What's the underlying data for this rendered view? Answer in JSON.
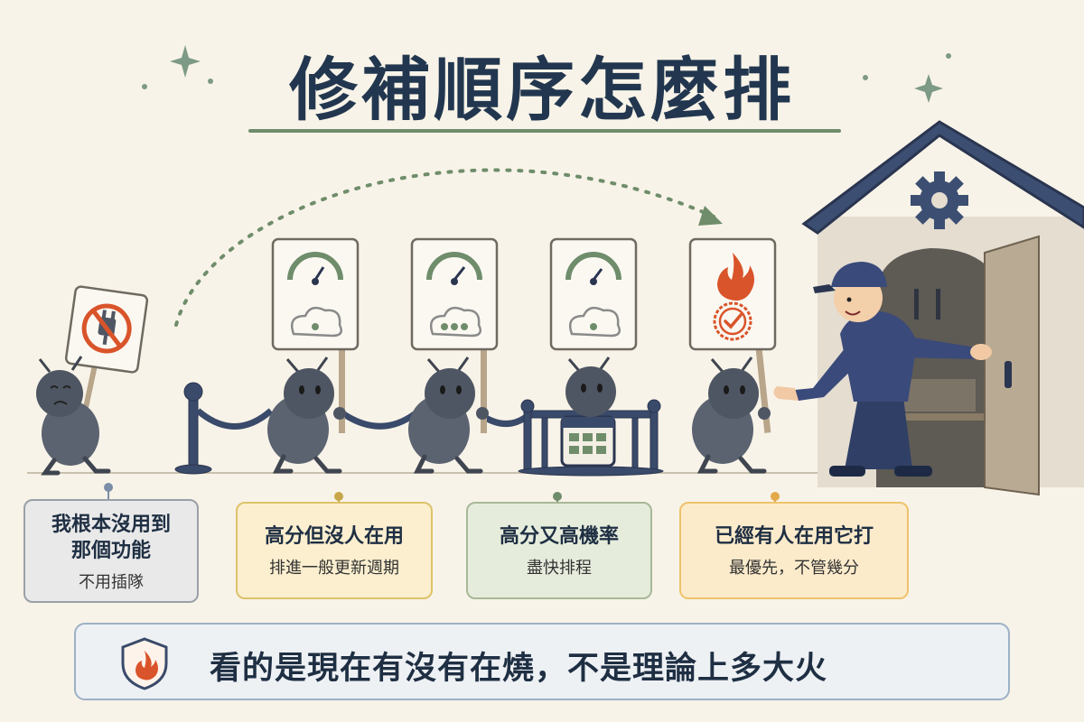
{
  "title": "修補順序怎麼排",
  "callouts": [
    {
      "main": "我根本沒用到那個功能",
      "main_line1": "我根本沒用到",
      "main_line2": "那個功能",
      "sub": "不用插隊"
    },
    {
      "main": "高分但沒人在用",
      "sub": "排進一般更新週期"
    },
    {
      "main": "高分又高機率",
      "sub": "盡快排程"
    },
    {
      "main": "已經有人在用它打",
      "sub": "最優先，不管幾分"
    }
  ],
  "banner": {
    "text": "看的是現在有沒有在燒，不是理論上多大火",
    "icon": "shield-fire-icon"
  },
  "signs": [
    {
      "icon": "no-plug-icon",
      "status": "not used"
    },
    {
      "icon": "gauge-cloud-icon",
      "status": "high score, idle"
    },
    {
      "icon": "gauge-cloud-dots-icon",
      "status": "high score, likely"
    },
    {
      "icon": "gauge-cloud-icon",
      "status": "high score"
    },
    {
      "icon": "fire-check-icon",
      "status": "actively exploited"
    }
  ],
  "colors": {
    "background": "#f8f3e8",
    "title": "#22374f",
    "accent_green": "#6f8d6b",
    "fire": "#d9542a",
    "bug": "#4f5663",
    "navy": "#3a4a6a"
  }
}
